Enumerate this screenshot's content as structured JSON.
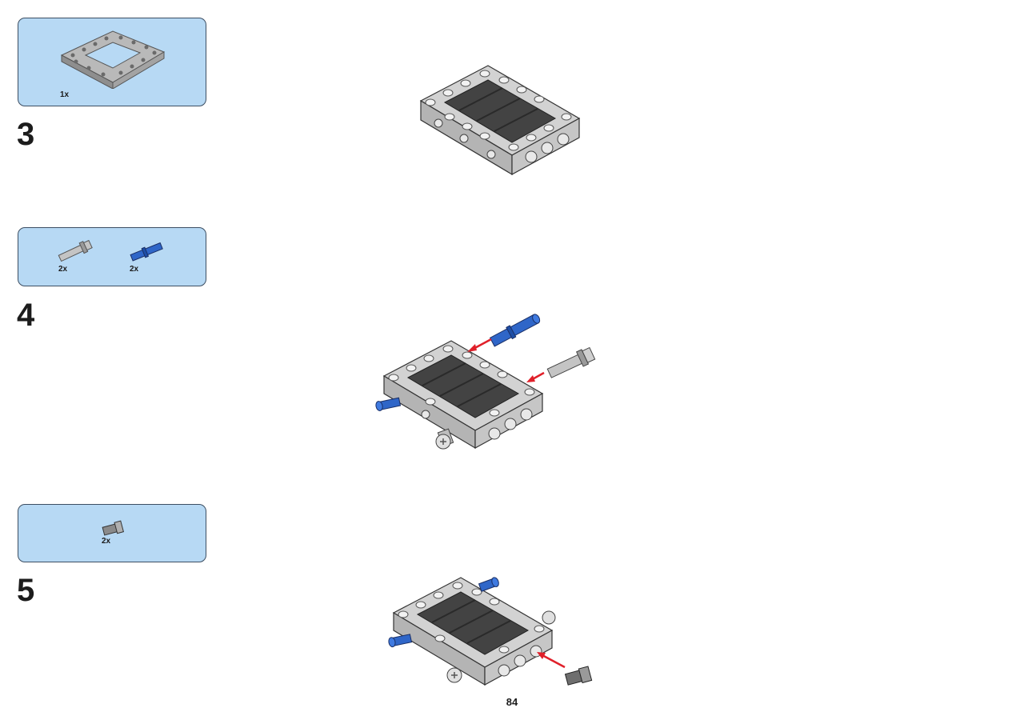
{
  "page": {
    "number": "84"
  },
  "colors": {
    "parts_box_bg": "#b7d9f4",
    "frame_gray": "#c9c9c9",
    "panel_dark": "#444444",
    "pin_blue": "#2f66c8",
    "pin_gray": "#bdbdbd",
    "arrow_red": "#e0202a"
  },
  "steps": [
    {
      "number": "3",
      "parts": [
        {
          "icon": "open-frame-icon",
          "qty": "1x"
        }
      ],
      "illustration": "frame-with-panels"
    },
    {
      "number": "4",
      "parts": [
        {
          "icon": "gray-axle-pin-icon",
          "qty": "2x"
        },
        {
          "icon": "blue-long-pin-icon",
          "qty": "2x"
        }
      ],
      "illustration": "frame-insert-pins"
    },
    {
      "number": "5",
      "parts": [
        {
          "icon": "short-bush-icon",
          "qty": "2x"
        }
      ],
      "illustration": "frame-insert-bushes"
    }
  ]
}
